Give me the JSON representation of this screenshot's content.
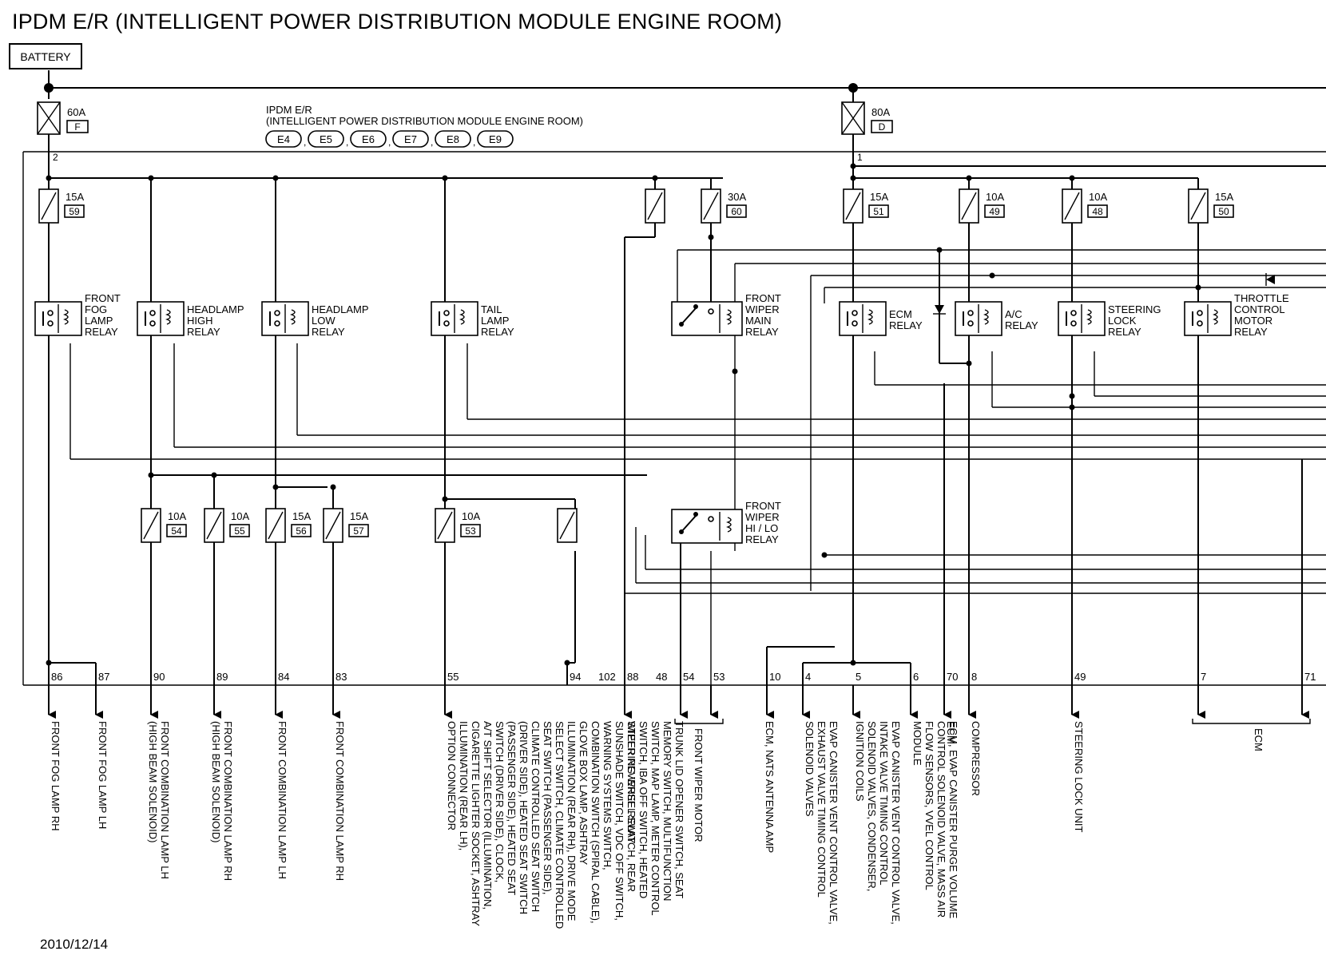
{
  "title": "IPDM E/R (INTELLIGENT POWER DISTRIBUTION MODULE ENGINE ROOM)",
  "battery": "BATTERY",
  "date": "2010/12/14",
  "module": {
    "label_line1": "IPDM E/R",
    "label_line2": "(INTELLIGENT POWER DISTRIBUTION MODULE ENGINE ROOM)",
    "connectors": [
      "E4",
      "E5",
      "E6",
      "E7",
      "E8",
      "E9"
    ]
  },
  "fusible_links": [
    {
      "rating": "60A",
      "id": "F",
      "terminal": "2"
    },
    {
      "rating": "80A",
      "id": "D",
      "terminal": "1"
    }
  ],
  "fuses": [
    {
      "rating": "15A",
      "num": "59"
    },
    {
      "rating": "30A",
      "num": "60"
    },
    {
      "rating": "15A",
      "num": "51"
    },
    {
      "rating": "10A",
      "num": "49"
    },
    {
      "rating": "10A",
      "num": "48"
    },
    {
      "rating": "15A",
      "num": "50"
    },
    {
      "rating": "10A",
      "num": "54"
    },
    {
      "rating": "10A",
      "num": "55"
    },
    {
      "rating": "15A",
      "num": "56"
    },
    {
      "rating": "15A",
      "num": "57"
    },
    {
      "rating": "10A",
      "num": "53"
    }
  ],
  "relays": [
    {
      "lines": [
        "FRONT",
        "FOG",
        "LAMP",
        "RELAY"
      ]
    },
    {
      "lines": [
        "HEADLAMP",
        "HIGH",
        "RELAY"
      ]
    },
    {
      "lines": [
        "HEADLAMP",
        "LOW",
        "RELAY"
      ]
    },
    {
      "lines": [
        "TAIL",
        "LAMP",
        "RELAY"
      ]
    },
    {
      "lines": [
        "FRONT",
        "WIPER",
        "MAIN",
        "RELAY"
      ]
    },
    {
      "lines": [
        "ECM",
        "RELAY"
      ]
    },
    {
      "lines": [
        "A/C",
        "RELAY"
      ]
    },
    {
      "lines": [
        "STEERING",
        "LOCK",
        "RELAY"
      ]
    },
    {
      "lines": [
        "THROTTLE",
        "CONTROL",
        "MOTOR",
        "RELAY"
      ]
    },
    {
      "lines": [
        "FRONT",
        "WIPER",
        "HI / LO",
        "RELAY"
      ]
    }
  ],
  "terminals": [
    "86",
    "87",
    "90",
    "89",
    "84",
    "83",
    "55",
    "94",
    "102",
    "88",
    "48",
    "54",
    "53",
    "10",
    "4",
    "5",
    "6",
    "70",
    "8",
    "49",
    "7",
    "71"
  ],
  "destinations": [
    {
      "lines": [
        "FRONT FOG LAMP RH"
      ]
    },
    {
      "lines": [
        "FRONT FOG LAMP LH"
      ]
    },
    {
      "lines": [
        "FRONT COMBINATION LAMP LH",
        "(HIGH BEAM SOLENOID)"
      ]
    },
    {
      "lines": [
        "FRONT COMBINATION LAMP RH",
        "(HIGH BEAM SOLENOID)"
      ]
    },
    {
      "lines": [
        "FRONT COMBINATION LAMP LH"
      ]
    },
    {
      "lines": [
        "FRONT COMBINATION LAMP RH"
      ]
    },
    {
      "lines": [
        "TRUNK LID OPENER SWITCH, SEAT",
        "MEMORY SWITCH, MULTIFUNCTION",
        "SWITCH, MAP LAMP, METER CONTROL",
        "SWITCH, IBA OFF SWITCH, HEATED",
        "STEERING WHEEL SWITCH, REAR",
        "SUNSHADE SWITCH, VDC OFF SWITCH,",
        "WARNING SYSTEMS SWITCH,",
        "COMBINATION SWITCH (SPIRAL CABLE),",
        "GLOVE BOX LAMP, ASHTRAY",
        "ILLUMINATION (REAR RH), DRIVE MODE",
        "SELECT SWITCH, CLIMATE CONTROLLED",
        "SEAT SWITCH (PASSENGER SIDE),",
        "CLIMATE CONTROLLED SEAT SWITCH",
        "(DRIVER SIDE), HEATED SEAT SWITCH",
        "(PASSENGER SIDE), HEATED SEAT",
        "SWITCH (DRIVER SIDE), CLOCK,",
        "A/T SHIFT SELECTOR (ILLUMINATION,",
        "CIGARETTE LIGHTER SOCKET, ASHTRAY",
        "ILLUMINATION (REAR LH),",
        "OPTION CONNECTOR"
      ]
    },
    {
      "lines": [
        "WIPER REVERSE RELAY"
      ]
    },
    {
      "lines": [
        "FRONT WIPER MOTOR"
      ]
    },
    {
      "lines": [
        "ECM, NATS ANTENNA AMP"
      ]
    },
    {
      "lines": [
        "EVAP CANISTER VENT CONTROL VALVE,",
        "EXHAUST VALVE TIMING CONTROL",
        "SOLENOID VALVES"
      ]
    },
    {
      "lines": [
        "EVAP CANISTER VENT CONTROL VALVE,",
        "INTAKE VALVE TIMING CONTROL",
        "SOLENOID VALVES, CONDENSER,",
        "IGNITION COILS"
      ]
    },
    {
      "lines": [
        "ECM, EVAP CANISTER PURGE VOLUME",
        "CONTROL SOLENOID VALVE, MASS AIR",
        "FLOW SENSORS, VVEL CONTROL",
        "MODULE"
      ]
    },
    {
      "lines": [
        "ECM"
      ]
    },
    {
      "lines": [
        "COMPRESSOR"
      ]
    },
    {
      "lines": [
        "STEERING LOCK UNIT"
      ]
    },
    {
      "lines": [
        "ECM"
      ]
    }
  ]
}
